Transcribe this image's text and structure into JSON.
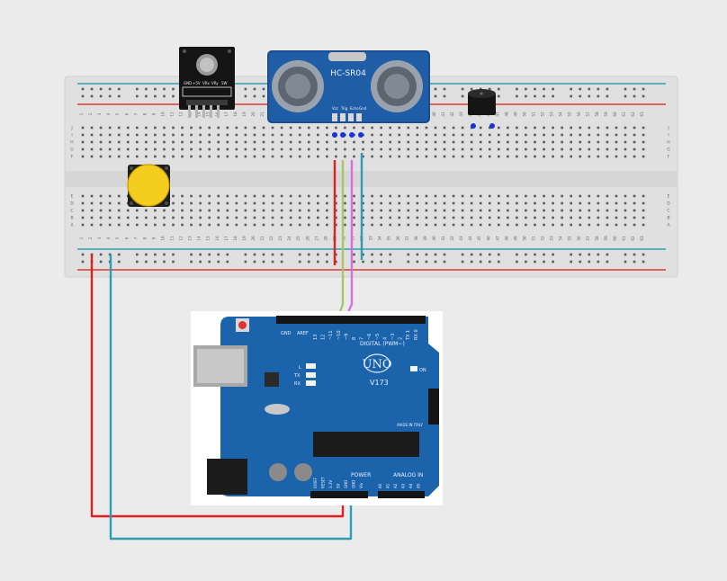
{
  "breadboard": {
    "column_count": 63,
    "top_row_letters": [
      "J",
      "I",
      "H",
      "G",
      "F"
    ],
    "bottom_row_letters": [
      "E",
      "D",
      "C",
      "B",
      "A"
    ],
    "rail_colors": {
      "positive": "#d93a35",
      "negative": "#2e9fb3"
    }
  },
  "sensor": {
    "label": "HC-SR04",
    "pin_labels": [
      "Vcc",
      "Trig",
      "Echo",
      "Gnd"
    ]
  },
  "joystick_module": {
    "labels": [
      "GND",
      "+5V",
      "VRx",
      "VRy",
      "SW"
    ]
  },
  "pushbutton": {
    "cap_color": "#f4cd1e"
  },
  "buzzer": {
    "name": "piezo buzzer"
  },
  "arduino": {
    "logo": "UNO",
    "version": "V173",
    "digital_label": "DIGITAL (PWM~)",
    "analog_label": "ANALOG IN",
    "power_label": "POWER",
    "origin_label": "MADE IN ITALY",
    "on_label": "ON",
    "tx_label": "TX",
    "rx_label": "RX",
    "l_label": "L",
    "aref_label": "AREF",
    "gnd_label": "GND",
    "digital_pins": [
      "13",
      "12",
      "~11",
      "~10",
      "~9",
      "8",
      "7",
      "~6",
      "~5",
      "4",
      "~3",
      "2",
      "TX 1",
      "RX 0"
    ],
    "analog_pins": [
      "A0",
      "A1",
      "A2",
      "A3",
      "A4",
      "A5"
    ],
    "power_pins": [
      "IOREF",
      "RESET",
      "3.3V",
      "5V",
      "GND",
      "GND",
      "Vin"
    ]
  },
  "wires": [
    {
      "name": "5v-wire",
      "color": "#e02020"
    },
    {
      "name": "trig-wire",
      "color": "#a6c56c"
    },
    {
      "name": "echo-wire",
      "color": "#d86ee0"
    },
    {
      "name": "ground-wire",
      "color": "#2e9fb3"
    }
  ]
}
